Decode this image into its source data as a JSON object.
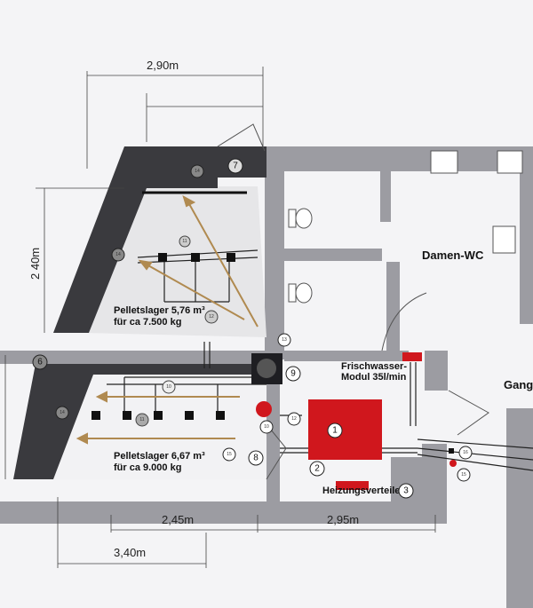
{
  "dimensions": {
    "top_width": "2,90m",
    "left_height": "2 40m",
    "bottom_left": "2,45m",
    "bottom_right": "2,95m",
    "bottom_total": "3,40m"
  },
  "rooms": {
    "storage_upper": {
      "line1": "Pelletslager 5,76 m³",
      "line2": "für ca 7.500 kg"
    },
    "storage_lower": {
      "line1": "Pelletslager 6,67 m³",
      "line2": "für ca 9.000 kg"
    },
    "womens_wc": "Damen-WC",
    "corridor": "Gang",
    "fresh_water": {
      "line1": "Frischwasser-",
      "line2": "Modul 35l/min"
    },
    "heating_distributor": "Heizungsverteiler"
  },
  "markers": {
    "m1": "1",
    "m2": "2",
    "m3": "3",
    "m6": "6",
    "m7": "7",
    "m8": "8",
    "m9": "9",
    "m10a": "10",
    "m10b": "10",
    "m11a": "11",
    "m11b": "11",
    "m12a": "12",
    "m12b": "12",
    "m13": "13",
    "m14a": "14",
    "m14b": "14",
    "m14c": "14",
    "m15a": "15",
    "m15b": "15",
    "m16": "16"
  },
  "colors": {
    "wall_dark": "#3a3a3e",
    "wall_gray": "#9c9ca2",
    "equipment_red": "#d0171d",
    "arrow": "#b08a50"
  }
}
